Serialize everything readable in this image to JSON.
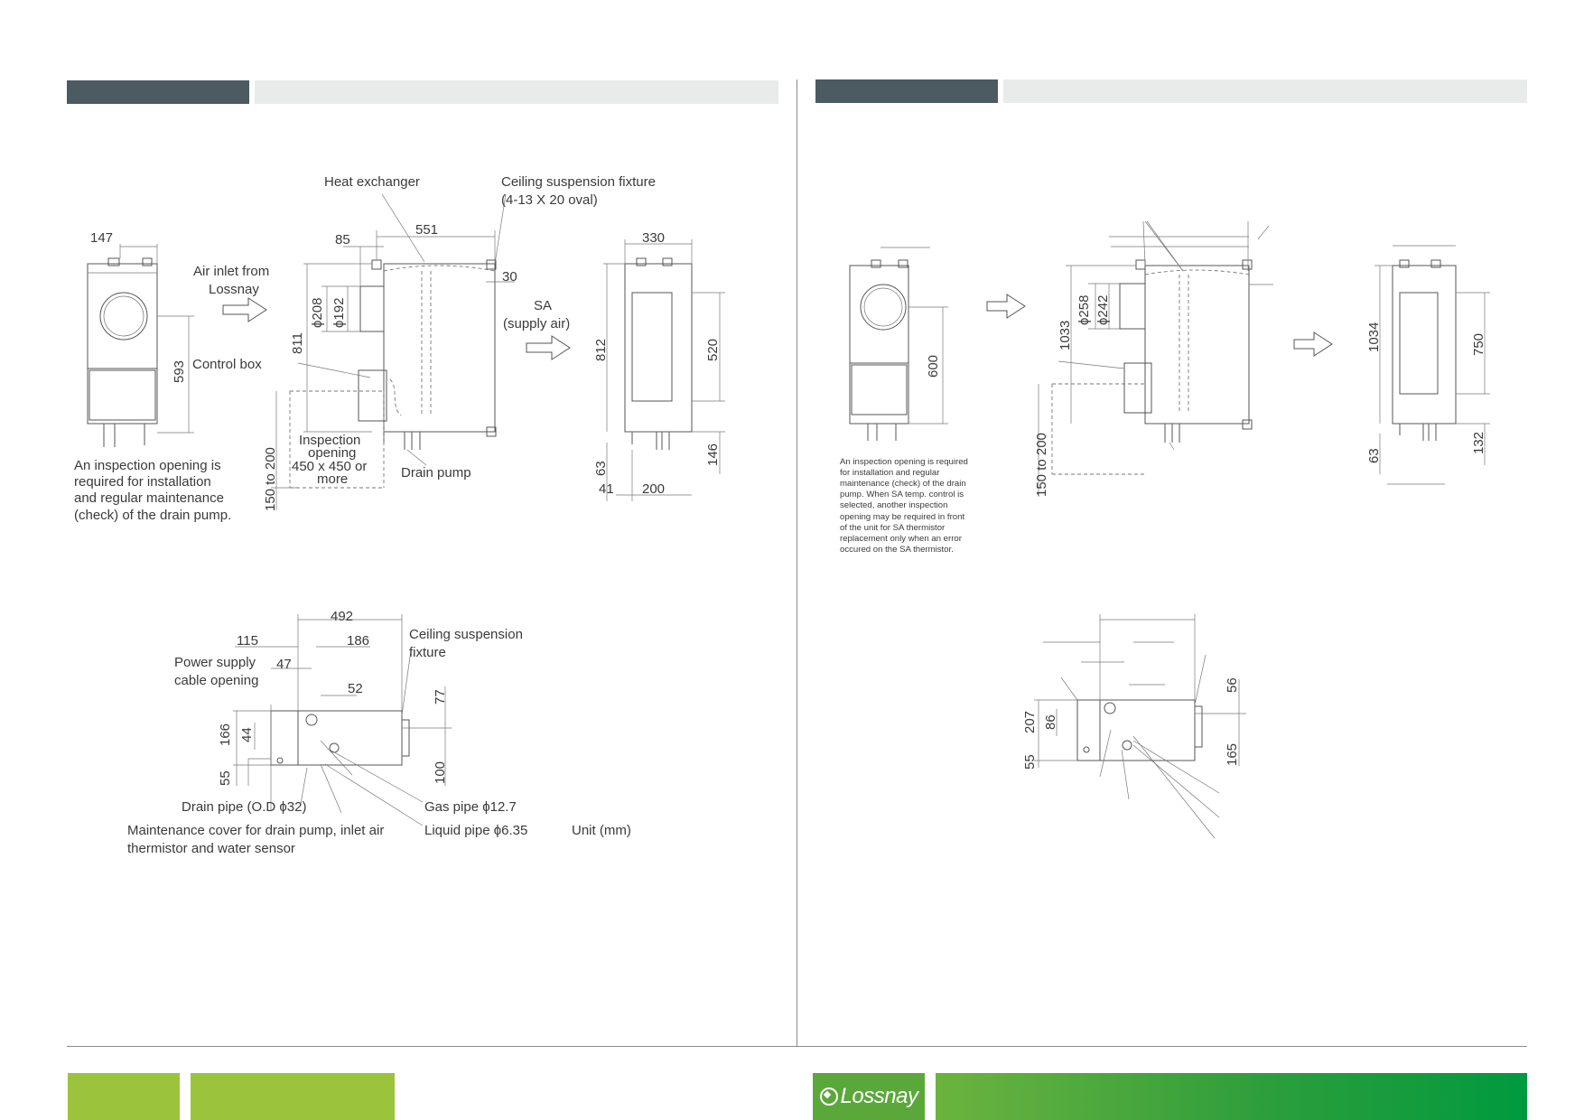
{
  "left": {
    "labels": {
      "heat_exchanger": "Heat exchanger",
      "ceiling_fixture_1": "Ceiling suspension fixture",
      "ceiling_fixture_2": "(4-13 X 20 oval)",
      "air_inlet_1": "Air inlet from",
      "air_inlet_2": "Lossnay",
      "control_box": "Control box",
      "sa_1": "SA",
      "sa_2": "(supply air)",
      "inspection_1": "Inspection",
      "inspection_2": "opening",
      "inspection_3": "450 x 450 or",
      "inspection_4": "more",
      "drain_pump": "Drain pump",
      "note_1": "An inspection opening is",
      "note_2": "required for installation",
      "note_3": "and regular maintenance",
      "note_4": "(check) of the drain pump.",
      "power_1": "Power supply",
      "power_2": "cable opening",
      "ceiling2_1": "Ceiling suspension",
      "ceiling2_2": "fixture",
      "drain_pipe": "Drain pipe (O.D ϕ32)",
      "maint_1": "Maintenance cover for drain pump, inlet air",
      "maint_2": "thermistor and water sensor",
      "gas_pipe": "Gas pipe ϕ12.7",
      "liquid_pipe": "Liquid pipe ϕ6.35",
      "unit": "Unit (mm)"
    },
    "dims": {
      "d147": "147",
      "d85": "85",
      "d551": "551",
      "d30": "30",
      "d330": "330",
      "d593": "593",
      "d811": "811",
      "d208": "ϕ208",
      "d192": "ϕ192",
      "d812": "812",
      "d520": "520",
      "d150_200": "150 to 200",
      "d63": "63",
      "d41": "41",
      "d200": "200",
      "d146": "146",
      "d492": "492",
      "d115": "115",
      "d186": "186",
      "d47": "47",
      "d52": "52",
      "d77": "77",
      "d166": "166",
      "d44": "44",
      "d55": "55",
      "d100": "100"
    }
  },
  "right": {
    "note": [
      "An inspection opening is required",
      "for installation and regular",
      "maintenance (check) of the drain",
      "pump. When SA temp. control is",
      "selected, another inspection",
      "opening may be required in front",
      "of the unit for SA thermistor",
      "replacement only when an error",
      "occured on the SA thermistor."
    ],
    "dims": {
      "d600": "600",
      "d1033": "1033",
      "d258": "ϕ258",
      "d242": "ϕ242",
      "d150_200": "150 to 200",
      "d1034": "1034",
      "d750": "750",
      "d63": "63",
      "d132": "132",
      "d207": "207",
      "d86": "86",
      "d55": "55",
      "d56": "56",
      "d165": "165"
    }
  },
  "footer": {
    "logo_text": "Lossnay"
  },
  "colors": {
    "header_dark": "#4c5a61",
    "header_light": "#e9ebeb",
    "footer_green": "#9bc43c",
    "footer_brand_green": "#009a3e"
  }
}
